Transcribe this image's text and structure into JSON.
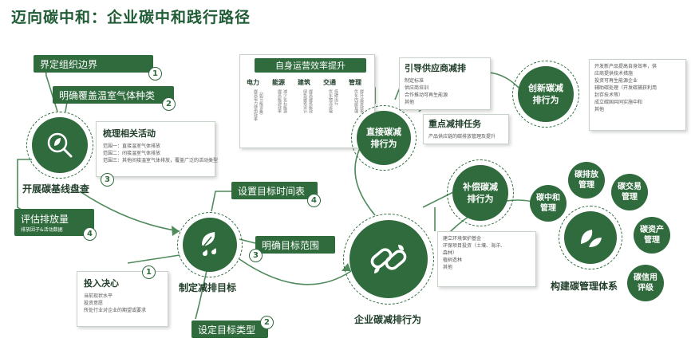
{
  "title": "迈向碳中和：企业碳中和践行路径",
  "colors": {
    "primary": "#2f6b3c",
    "text": "#1f3d28",
    "line": "#4f8b5c"
  },
  "baseline": {
    "label": "开展碳基线盘查",
    "step1": "界定组织边界",
    "step2": "明确覆盖温室气体种类",
    "step3": {
      "title": "梳理相关活动",
      "lines": [
        "范围一：直接温室气体排放",
        "范围二：间接温室气体排放",
        "范围三：其他间接温室气体排放，覆盖广泛的活动类型"
      ]
    },
    "step4": {
      "title": "评估排放量",
      "sub": "排放因子&活动数据"
    },
    "nums": [
      "1",
      "2",
      "3",
      "4"
    ]
  },
  "target": {
    "label": "制定减排目标",
    "step1": {
      "title": "投入决心",
      "lines": [
        "当前现状水平",
        "投资意愿",
        "所处行业对企业的期望或要求"
      ]
    },
    "step2": "设定目标类型",
    "step3": "明确目标范围",
    "step4": "设置目标时间表",
    "nums": [
      "1",
      "2",
      "3",
      "4"
    ]
  },
  "efficiency": {
    "title": "自身运营效率提升",
    "categories": [
      {
        "name": "电力",
        "lines": [
          "提高电力使用效率",
          "（如节能设备）"
        ]
      },
      {
        "name": "能源",
        "lines": [
          "提高能源效率",
          "减少化石能源"
        ]
      },
      {
        "name": "建筑",
        "lines": [
          "绿色建筑设计",
          "提高建筑能效"
        ]
      },
      {
        "name": "交通",
        "lines": [
          "优化物流运输",
          "低碳出行"
        ]
      },
      {
        "name": "管理",
        "lines": [
          "优化内部管理",
          "提升运营效率"
        ]
      }
    ]
  },
  "supply": {
    "title": "引导供应商减排",
    "lines": [
      "制定标准",
      "供应商培训",
      "合作推动可再生能源",
      "其他"
    ]
  },
  "direct": {
    "label": "直接碳减排行为"
  },
  "key_task": {
    "title": "重点减排任务",
    "lines": [
      "产品供应链的碳排放管理及提升"
    ]
  },
  "innovation": {
    "label": "创新碳减排行为",
    "lines": [
      "开发新产品提高自身效率，供",
      "应商提供技术措施",
      "投资可再生能源企业",
      "辅助碳处理（开发碳捕获利用",
      "封存技术等）",
      "成立碳国共同实施中和",
      "其他"
    ]
  },
  "offset": {
    "label": "补偿碳减排行为",
    "lines": [
      "建立环境保护基金",
      "环保项目投资（土壤、海洋、",
      "森林）",
      "植树造林",
      "其他"
    ]
  },
  "enterprise": {
    "label": "企业碳减排行为"
  },
  "management": {
    "label": "构建碳管理体系",
    "items": [
      "碳排放管理",
      "碳交易管理",
      "碳中和管理",
      "碳资产管理",
      "碳信用评级"
    ]
  }
}
